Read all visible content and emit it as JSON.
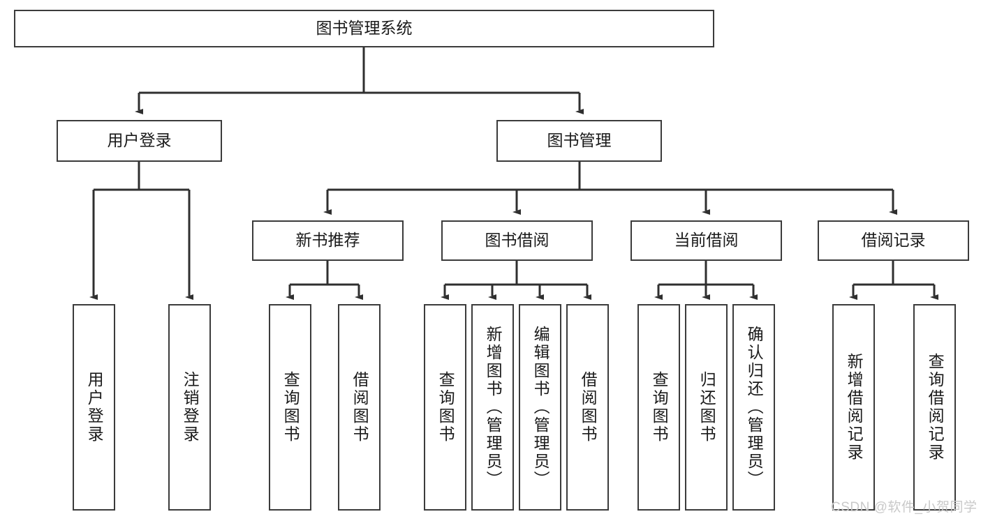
{
  "diagram": {
    "type": "tree",
    "title": "图书管理系统",
    "watermark": "CSDN @软件_小贺同学",
    "colors": {
      "box_border": "#3b3b3b",
      "box_fill": "#ffffff",
      "edge": "#2f2f2f",
      "text": "#1a1a1a",
      "watermark": "#c9c9c9",
      "background": "#ffffff"
    },
    "nodes": {
      "root": {
        "label": "图书管理系统",
        "orientation": "horizontal"
      },
      "level2": [
        {
          "id": "user-login",
          "label": "用户登录",
          "orientation": "horizontal"
        },
        {
          "id": "book-manage",
          "label": "图书管理",
          "orientation": "horizontal"
        }
      ],
      "level3": [
        {
          "id": "new-book-recommend",
          "label": "新书推荐",
          "orientation": "horizontal"
        },
        {
          "id": "book-borrow",
          "label": "图书借阅",
          "orientation": "horizontal"
        },
        {
          "id": "current-borrow",
          "label": "当前借阅",
          "orientation": "horizontal"
        },
        {
          "id": "borrow-record",
          "label": "借阅记录",
          "orientation": "horizontal"
        }
      ],
      "leaves": [
        {
          "id": "leaf-user-login",
          "label": "用户登录",
          "parent": "user-login",
          "orientation": "vertical"
        },
        {
          "id": "leaf-logout",
          "label": "注销登录",
          "parent": "user-login",
          "orientation": "vertical"
        },
        {
          "id": "leaf-query-book-1",
          "label": "查询图书",
          "parent": "new-book-recommend",
          "orientation": "vertical"
        },
        {
          "id": "leaf-borrow-book-1",
          "label": "借阅图书",
          "parent": "new-book-recommend",
          "orientation": "vertical"
        },
        {
          "id": "leaf-query-book-2",
          "label": "查询图书",
          "parent": "book-borrow",
          "orientation": "vertical"
        },
        {
          "id": "leaf-add-book",
          "label": "新增图书（管理员）",
          "parent": "book-borrow",
          "orientation": "vertical"
        },
        {
          "id": "leaf-edit-book",
          "label": "编辑图书（管理员）",
          "parent": "book-borrow",
          "orientation": "vertical"
        },
        {
          "id": "leaf-borrow-book-2",
          "label": "借阅图书",
          "parent": "book-borrow",
          "orientation": "vertical"
        },
        {
          "id": "leaf-query-book-3",
          "label": "查询图书",
          "parent": "current-borrow",
          "orientation": "vertical"
        },
        {
          "id": "leaf-return-book",
          "label": "归还图书",
          "parent": "current-borrow",
          "orientation": "vertical"
        },
        {
          "id": "leaf-confirm-return",
          "label": "确认归还（管理员）",
          "parent": "current-borrow",
          "orientation": "vertical"
        },
        {
          "id": "leaf-add-record",
          "label": "新增借阅记录",
          "parent": "borrow-record",
          "orientation": "vertical"
        },
        {
          "id": "leaf-query-record",
          "label": "查询借阅记录",
          "parent": "borrow-record",
          "orientation": "vertical"
        }
      ]
    }
  }
}
